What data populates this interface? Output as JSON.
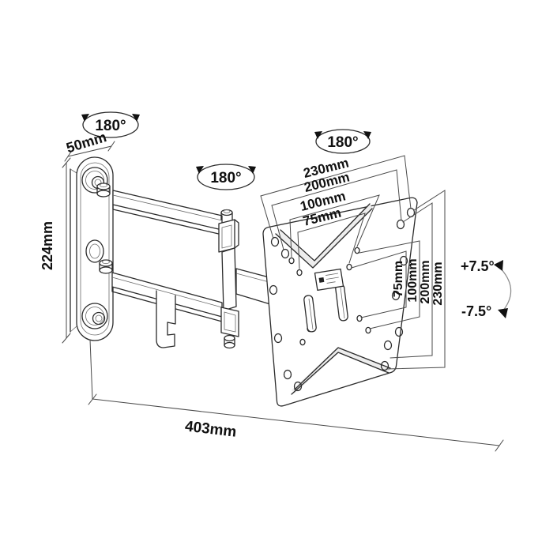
{
  "diagram": {
    "title": "Articulating TV wall mount bracket — dimensional line drawing",
    "colors": {
      "line": "#2b2b2b",
      "dimension_line": "#4a4a4a",
      "background": "#ffffff",
      "text": "#111111"
    },
    "labels": {
      "swivel_wall": "180°",
      "swivel_mid": "180°",
      "swivel_plate": "180°",
      "wall_plate_width": "50mm",
      "wall_plate_height": "224mm",
      "arm_extension": "403mm",
      "tilt_up": "+7.5°",
      "tilt_down": "-7.5°",
      "vesa_horizontal": [
        "230mm",
        "200mm",
        "100mm",
        "75mm"
      ],
      "vesa_vertical": [
        "75mm",
        "100mm",
        "200mm",
        "230mm"
      ]
    },
    "parts": {
      "wall_plate": "wall mounting plate with keyhole slots",
      "arms": "dual articulating arms with elbow joint",
      "vesa_plate": "VESA monitor plate with V-folds, slots and label sticker",
      "cable_clip": "cable management hook on lower arm"
    }
  }
}
